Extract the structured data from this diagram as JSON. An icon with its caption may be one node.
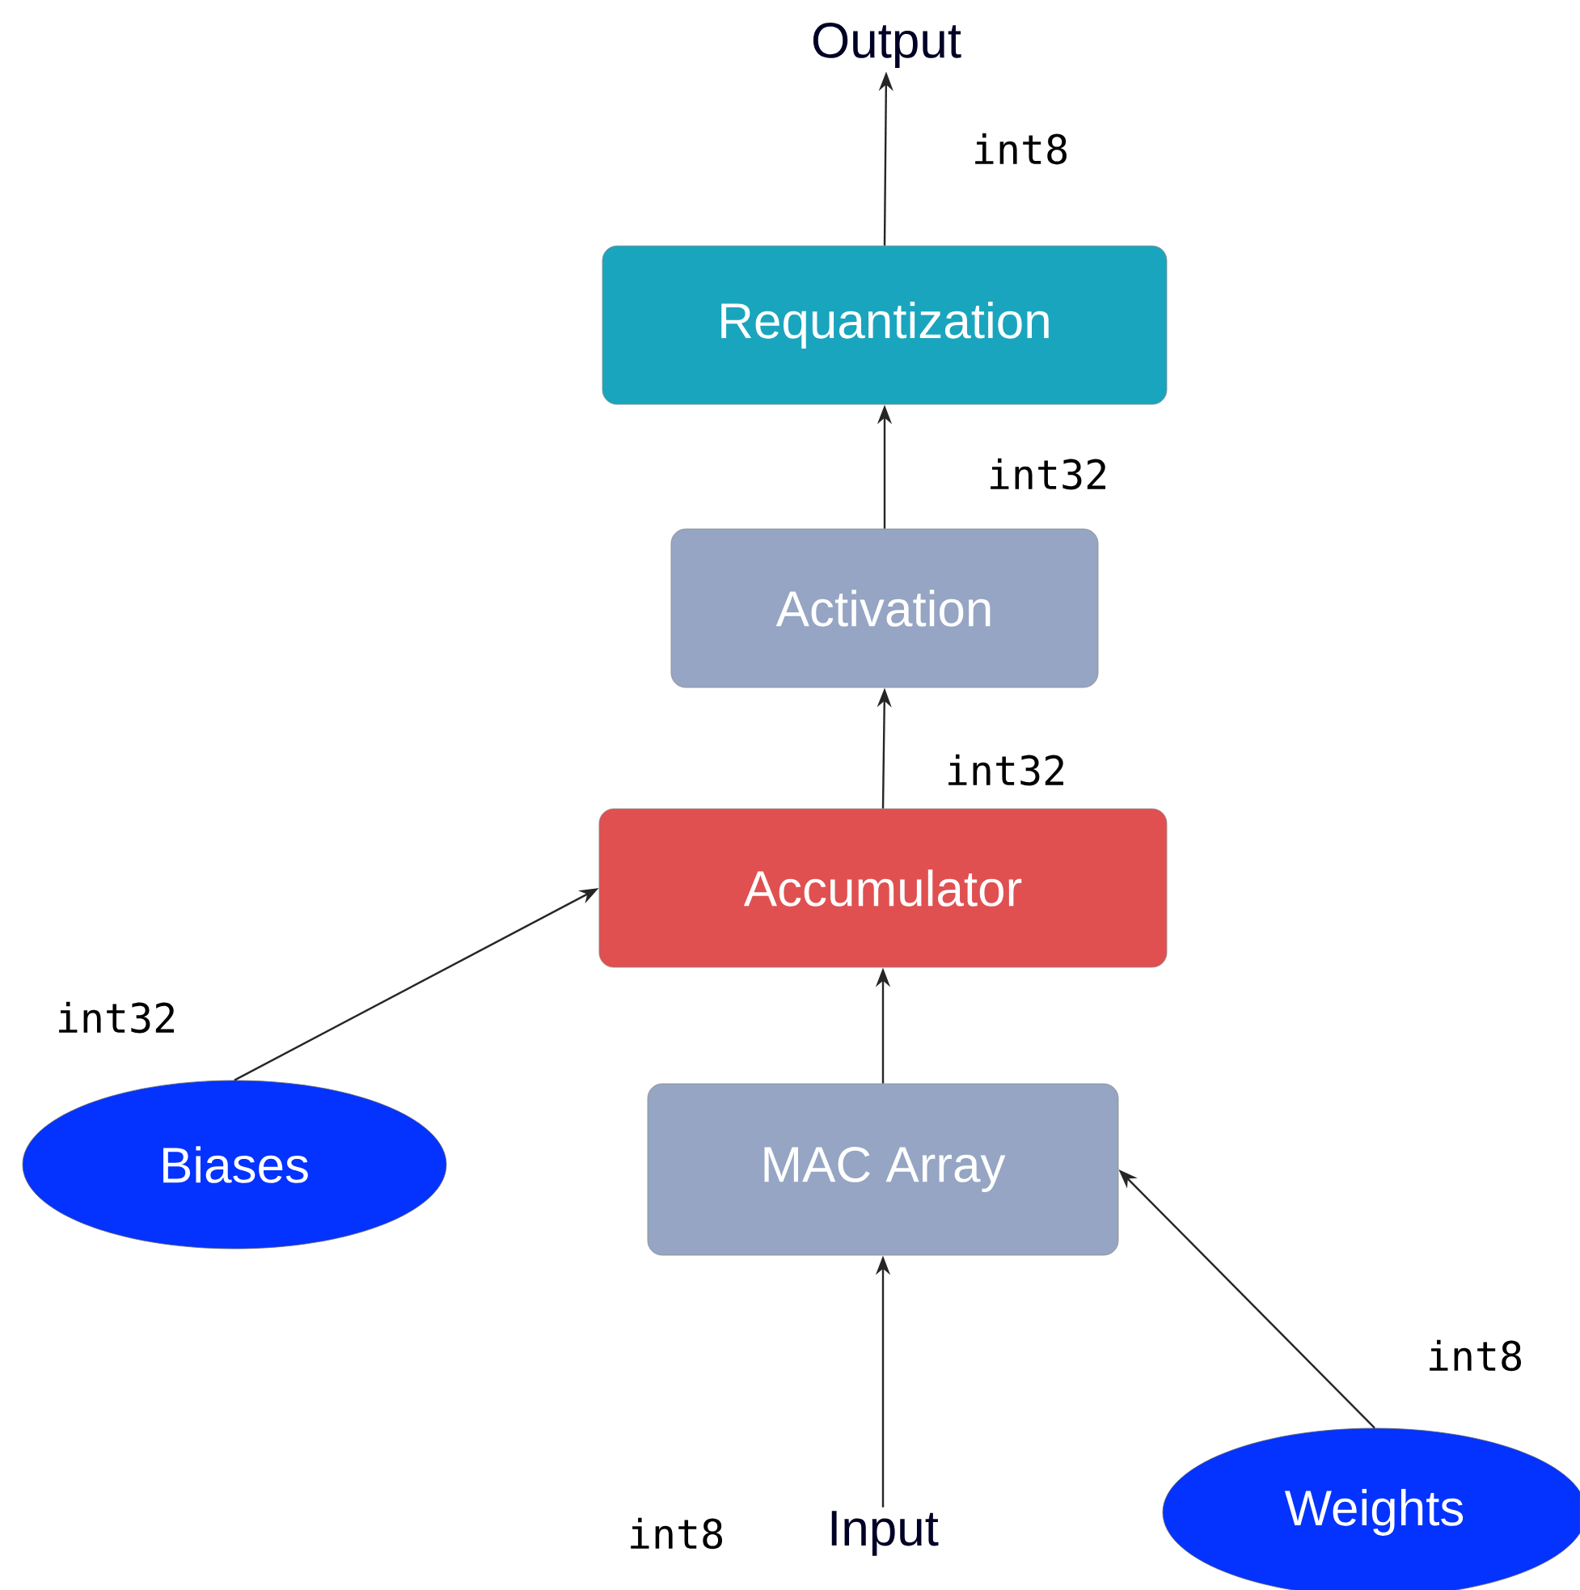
{
  "diagram": {
    "nodes": [
      {
        "text": [
          "Output"
        ]
      },
      {
        "text": [
          "Requantization"
        ]
      },
      {
        "text": [
          "Activation"
        ]
      },
      {
        "text": [
          "Accumulator"
        ]
      },
      {
        "text": [
          "MAC Array"
        ]
      },
      {
        "text": [
          "Biases"
        ]
      },
      {
        "text": [
          "Input"
        ],
        "beside": [
          "int8"
        ]
      },
      {
        "text": [
          "Weights"
        ]
      }
    ],
    "edges": [
      {
        "from": 1,
        "to": 0,
        "arrow": "to",
        "label": "int8"
      },
      {
        "from": 2,
        "to": 1,
        "arrow": "to",
        "label": "int32"
      },
      {
        "from": 3,
        "to": 2,
        "arrow": "to",
        "label": "int32"
      },
      {
        "from": 4,
        "to": 3,
        "arrow": "to"
      },
      {
        "from": 5,
        "to": 3,
        "arrow": "to",
        "label": "int32"
      },
      {
        "from": 6,
        "to": 4,
        "arrow": "to"
      },
      {
        "from": 7,
        "to": 4,
        "arrow": "to",
        "label": "int8"
      }
    ]
  }
}
